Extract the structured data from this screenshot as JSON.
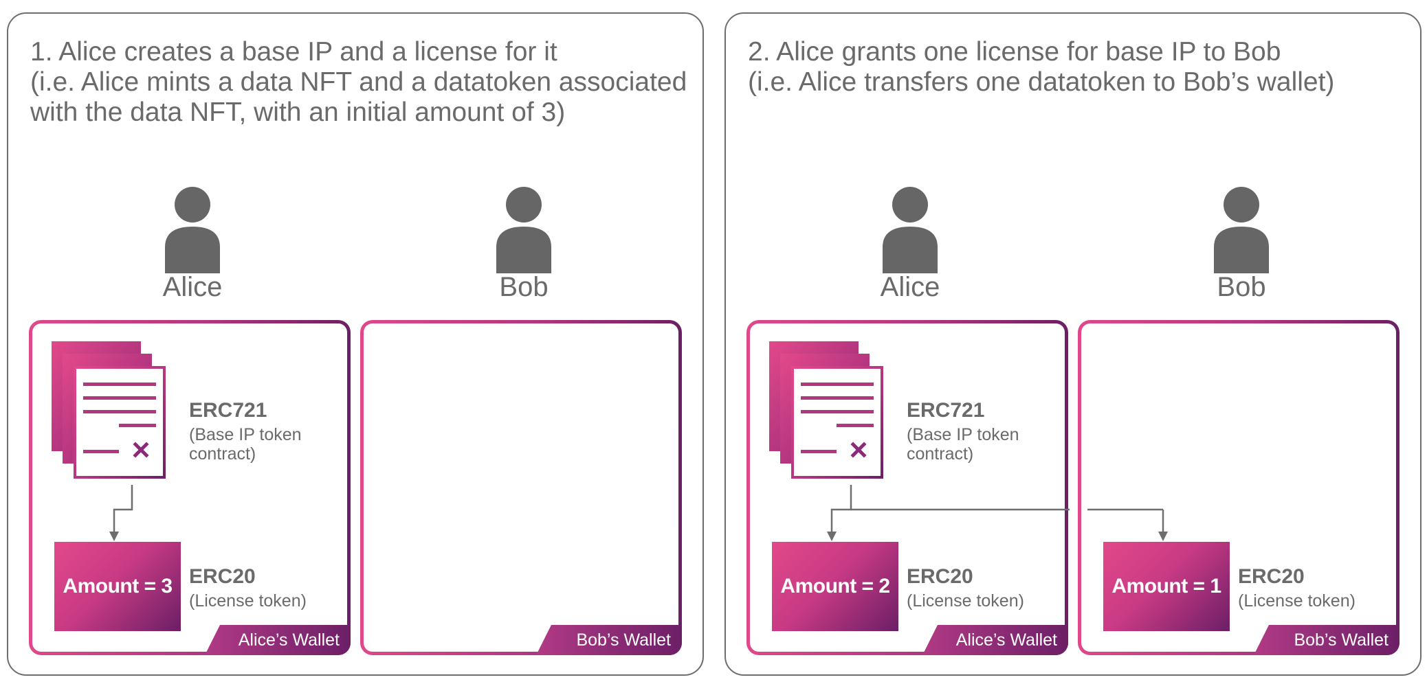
{
  "panels": [
    {
      "title": "1. Alice creates a base IP and a license for it\n(i.e. Alice mints a data NFT and a datatoken associated\nwith the data NFT, with an initial amount of 3)",
      "alice": {
        "name": "Alice"
      },
      "bob": {
        "name": "Bob"
      },
      "alice_wallet": {
        "label": "Alice’s Wallet",
        "nft_name": "ERC721",
        "nft_desc": "(Base IP token\ncontract)",
        "amount": "Amount = 3",
        "token_name": "ERC20",
        "token_desc": "(License token)"
      },
      "bob_wallet": {
        "label": "Bob’s Wallet"
      }
    },
    {
      "title": "2. Alice grants one license for base IP to Bob\n(i.e. Alice transfers one datatoken to Bob’s wallet)",
      "alice": {
        "name": "Alice"
      },
      "bob": {
        "name": "Bob"
      },
      "alice_wallet": {
        "label": "Alice’s Wallet",
        "nft_name": "ERC721",
        "nft_desc": "(Base IP token\ncontract)",
        "amount": "Amount = 2",
        "token_name": "ERC20",
        "token_desc": "(License token)"
      },
      "bob_wallet": {
        "label": "Bob’s Wallet",
        "amount": "Amount = 1",
        "token_name": "ERC20",
        "token_desc": "(License token)"
      }
    }
  ],
  "colors": {
    "border_gray": "#6e6e6e",
    "text_gray": "#6a6a6a",
    "person_gray": "#666666",
    "pink": "#e0488a",
    "purple": "#6b1f66"
  },
  "icons": [
    "person-icon",
    "contract-document-icon",
    "x-mark-icon"
  ]
}
